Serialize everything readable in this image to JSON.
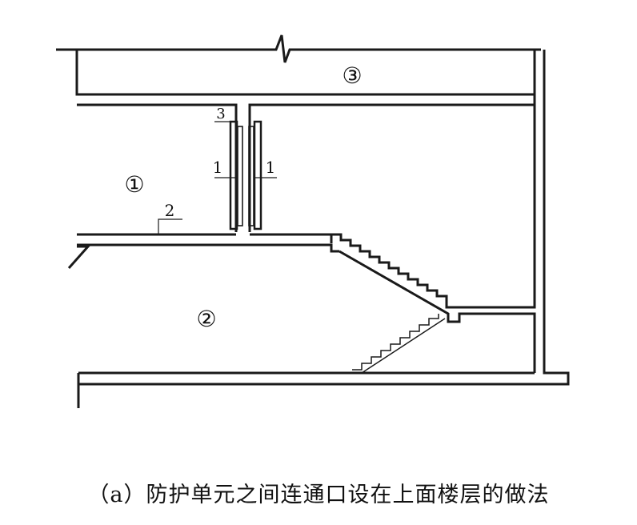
{
  "figure": {
    "caption": "（a）防护单元之间连通口设在上面楼层的做法",
    "labels": {
      "room1": "①",
      "room2": "②",
      "room3": "③",
      "callout1_left": "1",
      "callout1_right": "1",
      "callout2": "2",
      "callout3": "3"
    }
  },
  "colors": {
    "line": "#1a1a1a",
    "background": "#ffffff"
  }
}
